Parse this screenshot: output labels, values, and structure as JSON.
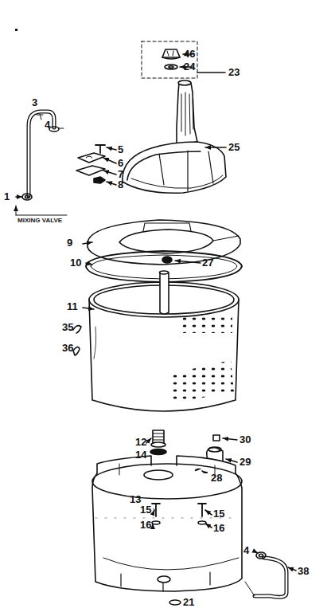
{
  "diagram": {
    "labels": [
      "46",
      "24",
      "23",
      "25",
      "3",
      "4",
      "5",
      "6",
      "7",
      "8",
      "1",
      "MIXING VALVE",
      "9",
      "27",
      "10",
      "11",
      "35",
      "36",
      "12",
      "30",
      "14",
      "13",
      "29",
      "28",
      "15",
      "15",
      "16",
      "16",
      "4",
      "38",
      "21"
    ]
  }
}
